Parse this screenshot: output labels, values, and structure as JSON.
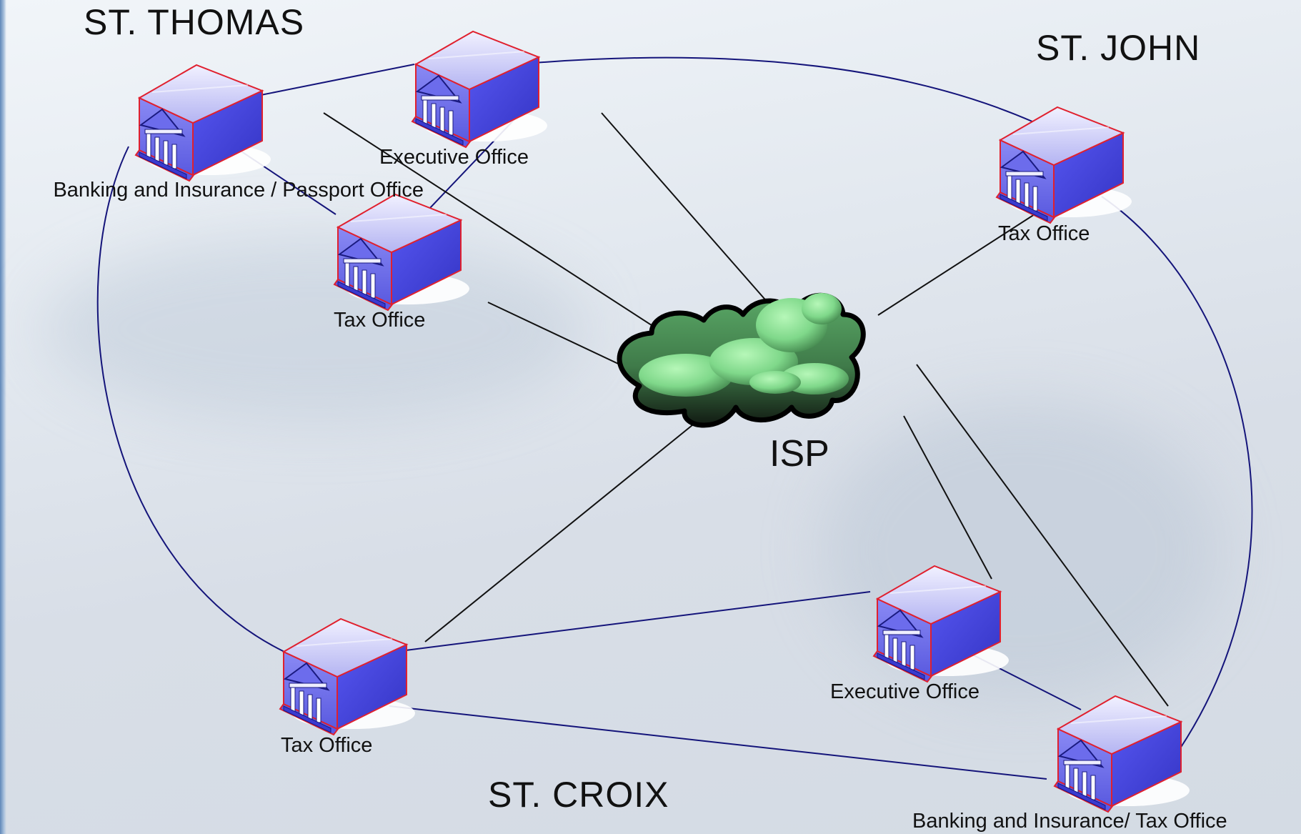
{
  "regions": {
    "st_thomas": "ST. THOMAS",
    "st_john": "ST. JOHN",
    "st_croix": "ST. CROIX"
  },
  "isp": {
    "label": "ISP",
    "icon": "cloud-icon"
  },
  "nodes": {
    "thomas_banking": {
      "label": "Banking and Insurance / Passport Office",
      "icon": "government-building-icon"
    },
    "thomas_executive": {
      "label": "Executive Office",
      "icon": "government-building-icon"
    },
    "thomas_tax": {
      "label": "Tax Office",
      "icon": "government-building-icon"
    },
    "john_tax": {
      "label": "Tax Office",
      "icon": "government-building-icon"
    },
    "croix_tax": {
      "label": "Tax Office",
      "icon": "government-building-icon"
    },
    "croix_executive": {
      "label": "Executive Office",
      "icon": "government-building-icon"
    },
    "croix_banking": {
      "label": "Banking and Insurance/ Tax Office",
      "icon": "government-building-icon"
    }
  },
  "colors": {
    "building_roof": "#d6d6ff",
    "building_side": "#4a4ae0",
    "building_outline": "#e0202e",
    "cloud": "#7fd88a",
    "link_blue": "#14147a",
    "link_black": "#111111"
  }
}
